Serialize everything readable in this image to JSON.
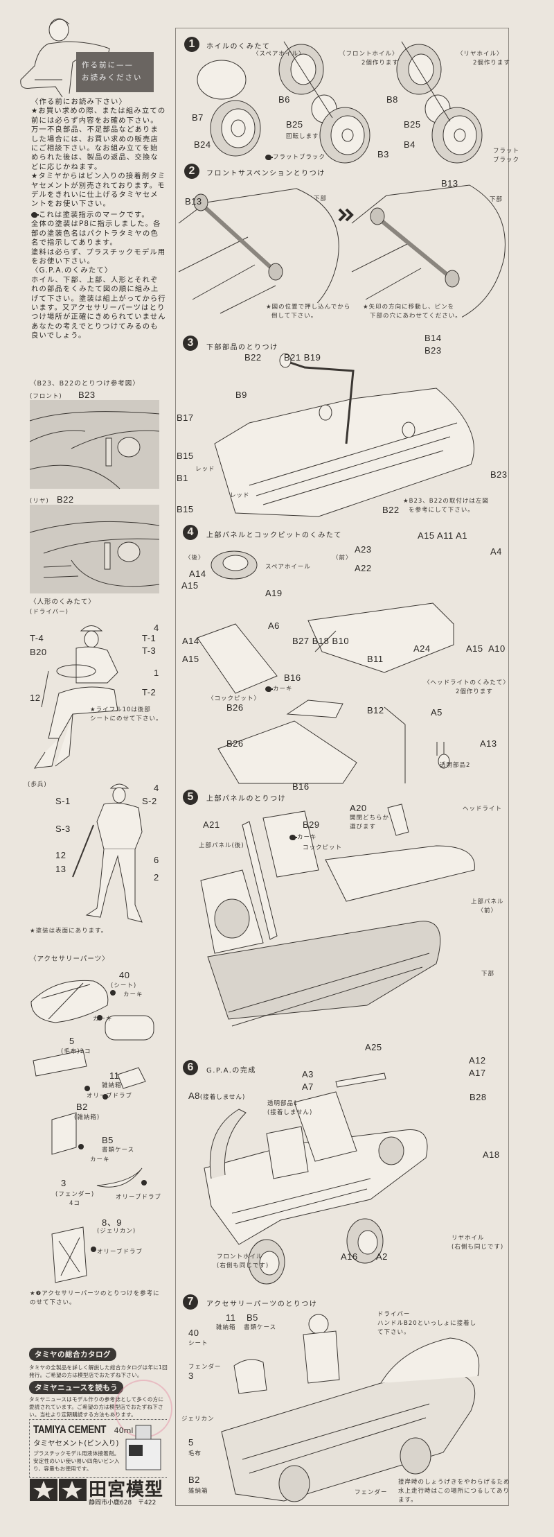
{
  "intro": {
    "banner": [
      "作る前に——",
      "お読みください"
    ],
    "heading": "〈作る前にお読み下さい〉",
    "p1": "★お買い求めの際、または組み立ての前には必らず内容をお確め下さい。万一不良部品、不足部品などありました場合には、お買い求めの販売店にご相談下さい。なお組み立てを始められた後は、製品の返品、交換などに応じかねます。",
    "p2": "★タミヤからはビン入りの接着剤タミヤセメントが別売されております。モデルをきれいに仕上げるタミヤセメントをお使い下さい。",
    "p3a": "これは塗装指示のマークです。",
    "p3b": "全体の塗装はP8に指示しました。各部の塗装色名はパクトラタミヤの色名で指示してあります。",
    "p4": "塗料は必らず、プラスチックモデル用をお使い下さい。",
    "heading2": "〈G.P.A.のくみたて〉",
    "p5": "ホイル、下部、上部、人形とそれぞれの部品をくみたて図の順に組み上げて下さい。塗装は組上がってから行います。又アクセサリーパーツはとりつけ場所が正確にきめられていませんあなたの考えでとりつけてみるのも良いでしょう。"
  },
  "reference": {
    "heading": "〈B23、B22のとりつけ参考図〉",
    "front": "(フロント)",
    "front_part": "B23",
    "rear": "(リヤ)",
    "rear_part": "B22"
  },
  "figures": {
    "heading": "〈人形のくみたて〉",
    "driver": {
      "label": "(ドライバー)",
      "parts": [
        "4",
        "T-1",
        "T-4",
        "T-3",
        "B20",
        "1",
        "T-2",
        "12"
      ],
      "note": [
        "★ライフル10は後部",
        "シートにのせて下さい。"
      ]
    },
    "infantry": {
      "label": "(歩兵)",
      "parts": [
        "4",
        "S-1",
        "S-2",
        "S-3",
        "12",
        "6",
        "13",
        "2"
      ],
      "note": "★塗装は表面にあります。"
    }
  },
  "accessories": {
    "heading": "〈アクセサリーパーツ〉",
    "items": [
      {
        "part": "40",
        "name": "(シート)",
        "color": "カーキ"
      },
      {
        "part": "5",
        "name": "(毛布)2コ",
        "color": "カーキ"
      },
      {
        "part": "11",
        "name": "雑納箱",
        "color": "オリーブドラブ"
      },
      {
        "part": "B2",
        "name": "(雑納箱)"
      },
      {
        "part": "B5",
        "name": "書類ケース",
        "color": "カーキ"
      },
      {
        "part": "3",
        "name": "(フェンダー)",
        "qty": "4コ",
        "color": "オリーブドラブ"
      },
      {
        "part": "8、9",
        "name": "(ジェリカン)",
        "color": "オリーブドラブ"
      }
    ],
    "note": [
      "★❼アクセサリーパーツのとりつけを参考に",
      "のせて下さい。"
    ]
  },
  "promo": {
    "catalog_title": "タミヤの総合カタログ",
    "catalog_text": "タミヤの全製品を詳しく解説した総合カタログは年に1回発行。ご希望の方は模型店でおたずね下さい。",
    "news_title": "タミヤニュースを読もう",
    "news_text": "タミヤニュースはモデル作りの参考誌として多くの方に愛読されています。ご希望の方は模型店でおたずね下さい。当社より定期購読する方法もあります。",
    "cement_brand": "TAMIYA CEMENT",
    "cement_size": "40ml",
    "cement_name": "タミヤセメント(ビン入り)",
    "cement_text": "プラスチックモデル用液体接着剤。安定性のいい使い易い四角いビン入り、容量もお徳用です。",
    "company": "田宮模型",
    "address": "静岡市小鹿628　〒422"
  },
  "steps": [
    {
      "num": "1",
      "title": "ホイルのくみたて",
      "labels": {
        "spare": "〈スペアホイル〉",
        "front": "〈フロントホイル〉",
        "front_qty": "2個作ります",
        "rear": "〈リヤホイル〉",
        "rear_qty": "2個作ります",
        "B7": "B7",
        "B6": "B6",
        "B8": "B8",
        "B25a": "B25",
        "rotate": "回転します",
        "B25b": "B25",
        "B24": "B24",
        "B3": "B3",
        "B4": "B4",
        "paint1": "フラットブラック",
        "paint2a": "フラット",
        "paint2b": "ブラック"
      }
    },
    {
      "num": "2",
      "title": "フロントサスペンションとりつけ",
      "labels": {
        "B13a": "B13",
        "lower_a": "下部",
        "B13b": "B13",
        "lower_b": "下部",
        "note1": [
          "★図の位置で押し込んでから",
          "倒して下さい。"
        ],
        "note2": [
          "★矢印の方向に移動し、ピンを",
          "下部の穴にあわせてください。"
        ]
      }
    },
    {
      "num": "3",
      "title": "下部部品のとりつけ",
      "labels": {
        "B22a": "B22",
        "B21B19": "B21 B19",
        "B14": "B14",
        "B23a": "B23",
        "B9": "B9",
        "B17": "B17",
        "B15a": "B15",
        "red1": "レッド",
        "B1": "B1",
        "red2": "レッド",
        "B15b": "B15",
        "B22b": "B22",
        "B23b": "B23",
        "note": [
          "★B23、B22の取付けは左図",
          "を参考にして下さい。"
        ]
      }
    },
    {
      "num": "4",
      "title": "上部パネルとコックピットのくみたて",
      "labels": {
        "rear": "〈後〉",
        "front": "〈前〉",
        "spare": "スペアホイール",
        "A14a": "A14",
        "A15a": "A15",
        "A19": "A19",
        "A6": "A6",
        "A14b": "A14",
        "A15b": "A15",
        "A23": "A23",
        "A22": "A22",
        "A15A11A1": "A15 A11 A1",
        "A4": "A4",
        "A24": "A24",
        "A15A10": "A15  A10",
        "B27B18B10": "B27 B18 B10",
        "B11": "B11",
        "B16": "B16",
        "khaki": "カーキ",
        "cockpit": "〈コックピット〉",
        "B26a": "B26",
        "B12": "B12",
        "B26b": "B26",
        "B16b": "B16",
        "headlight": "〈ヘッドライトのくみたて〉",
        "headlight_qty": "2個作ります",
        "A5": "A5",
        "A13": "A13",
        "clear2": "透明部品2"
      }
    },
    {
      "num": "5",
      "title": "上部パネルのとりつけ",
      "labels": {
        "A20": "A20",
        "A20_note": [
          "開閉どちらか",
          "選びます"
        ],
        "headlight": "ヘッドライト",
        "A21": "A21",
        "B29": "B29",
        "khaki": "カーキ",
        "upper_rear": "上部パネル(後)",
        "cockpit": "コックピット",
        "upper_front": [
          "上部パネル",
          "〈前〉"
        ],
        "lower": "下部",
        "A25": "A25"
      }
    },
    {
      "num": "6",
      "title": "G.P.A.の完成",
      "labels": {
        "A12": "A12",
        "A17": "A17",
        "A3": "A3",
        "A7": "A7",
        "A8": "A8",
        "A8_note": "(接着しません)",
        "clear1": [
          "透明部品1",
          "(接着しません)"
        ],
        "B28": "B28",
        "A18": "A18",
        "rear_wheel": [
          "リヤホイル",
          "(右側も同じです)"
        ],
        "front_wheel": [
          "フロントホイル",
          "(右側も同じです)"
        ],
        "A16": "A16",
        "A2": "A2"
      }
    },
    {
      "num": "7",
      "title": "アクセサリーパーツのとりつけ",
      "labels": {
        "p11": "11",
        "p11_name": "雑納箱",
        "B5": "B5",
        "B5_name": "書類ケース",
        "p40": "40",
        "p40_name": "シート",
        "driver": [
          "ドライバー",
          "ハンドルB20といっしょに接着し",
          "て下さい。"
        ],
        "fender_name": "フェンダー",
        "p3": "3",
        "jerrycan": "ジェリカン",
        "p5": "5",
        "p5_name": "毛布",
        "B2": "B2",
        "B2_name": "雑納箱",
        "fender": "フェンダー",
        "note": [
          "接岸時のしょうげきをやわらげるため",
          "水上走行時はこの場所につるしてあり",
          "ます。"
        ]
      }
    }
  ],
  "colors": {
    "paper": "#ebe6de",
    "ink": "#2b2825",
    "banner": "#6a6561",
    "stamp": "#e58aa0"
  }
}
